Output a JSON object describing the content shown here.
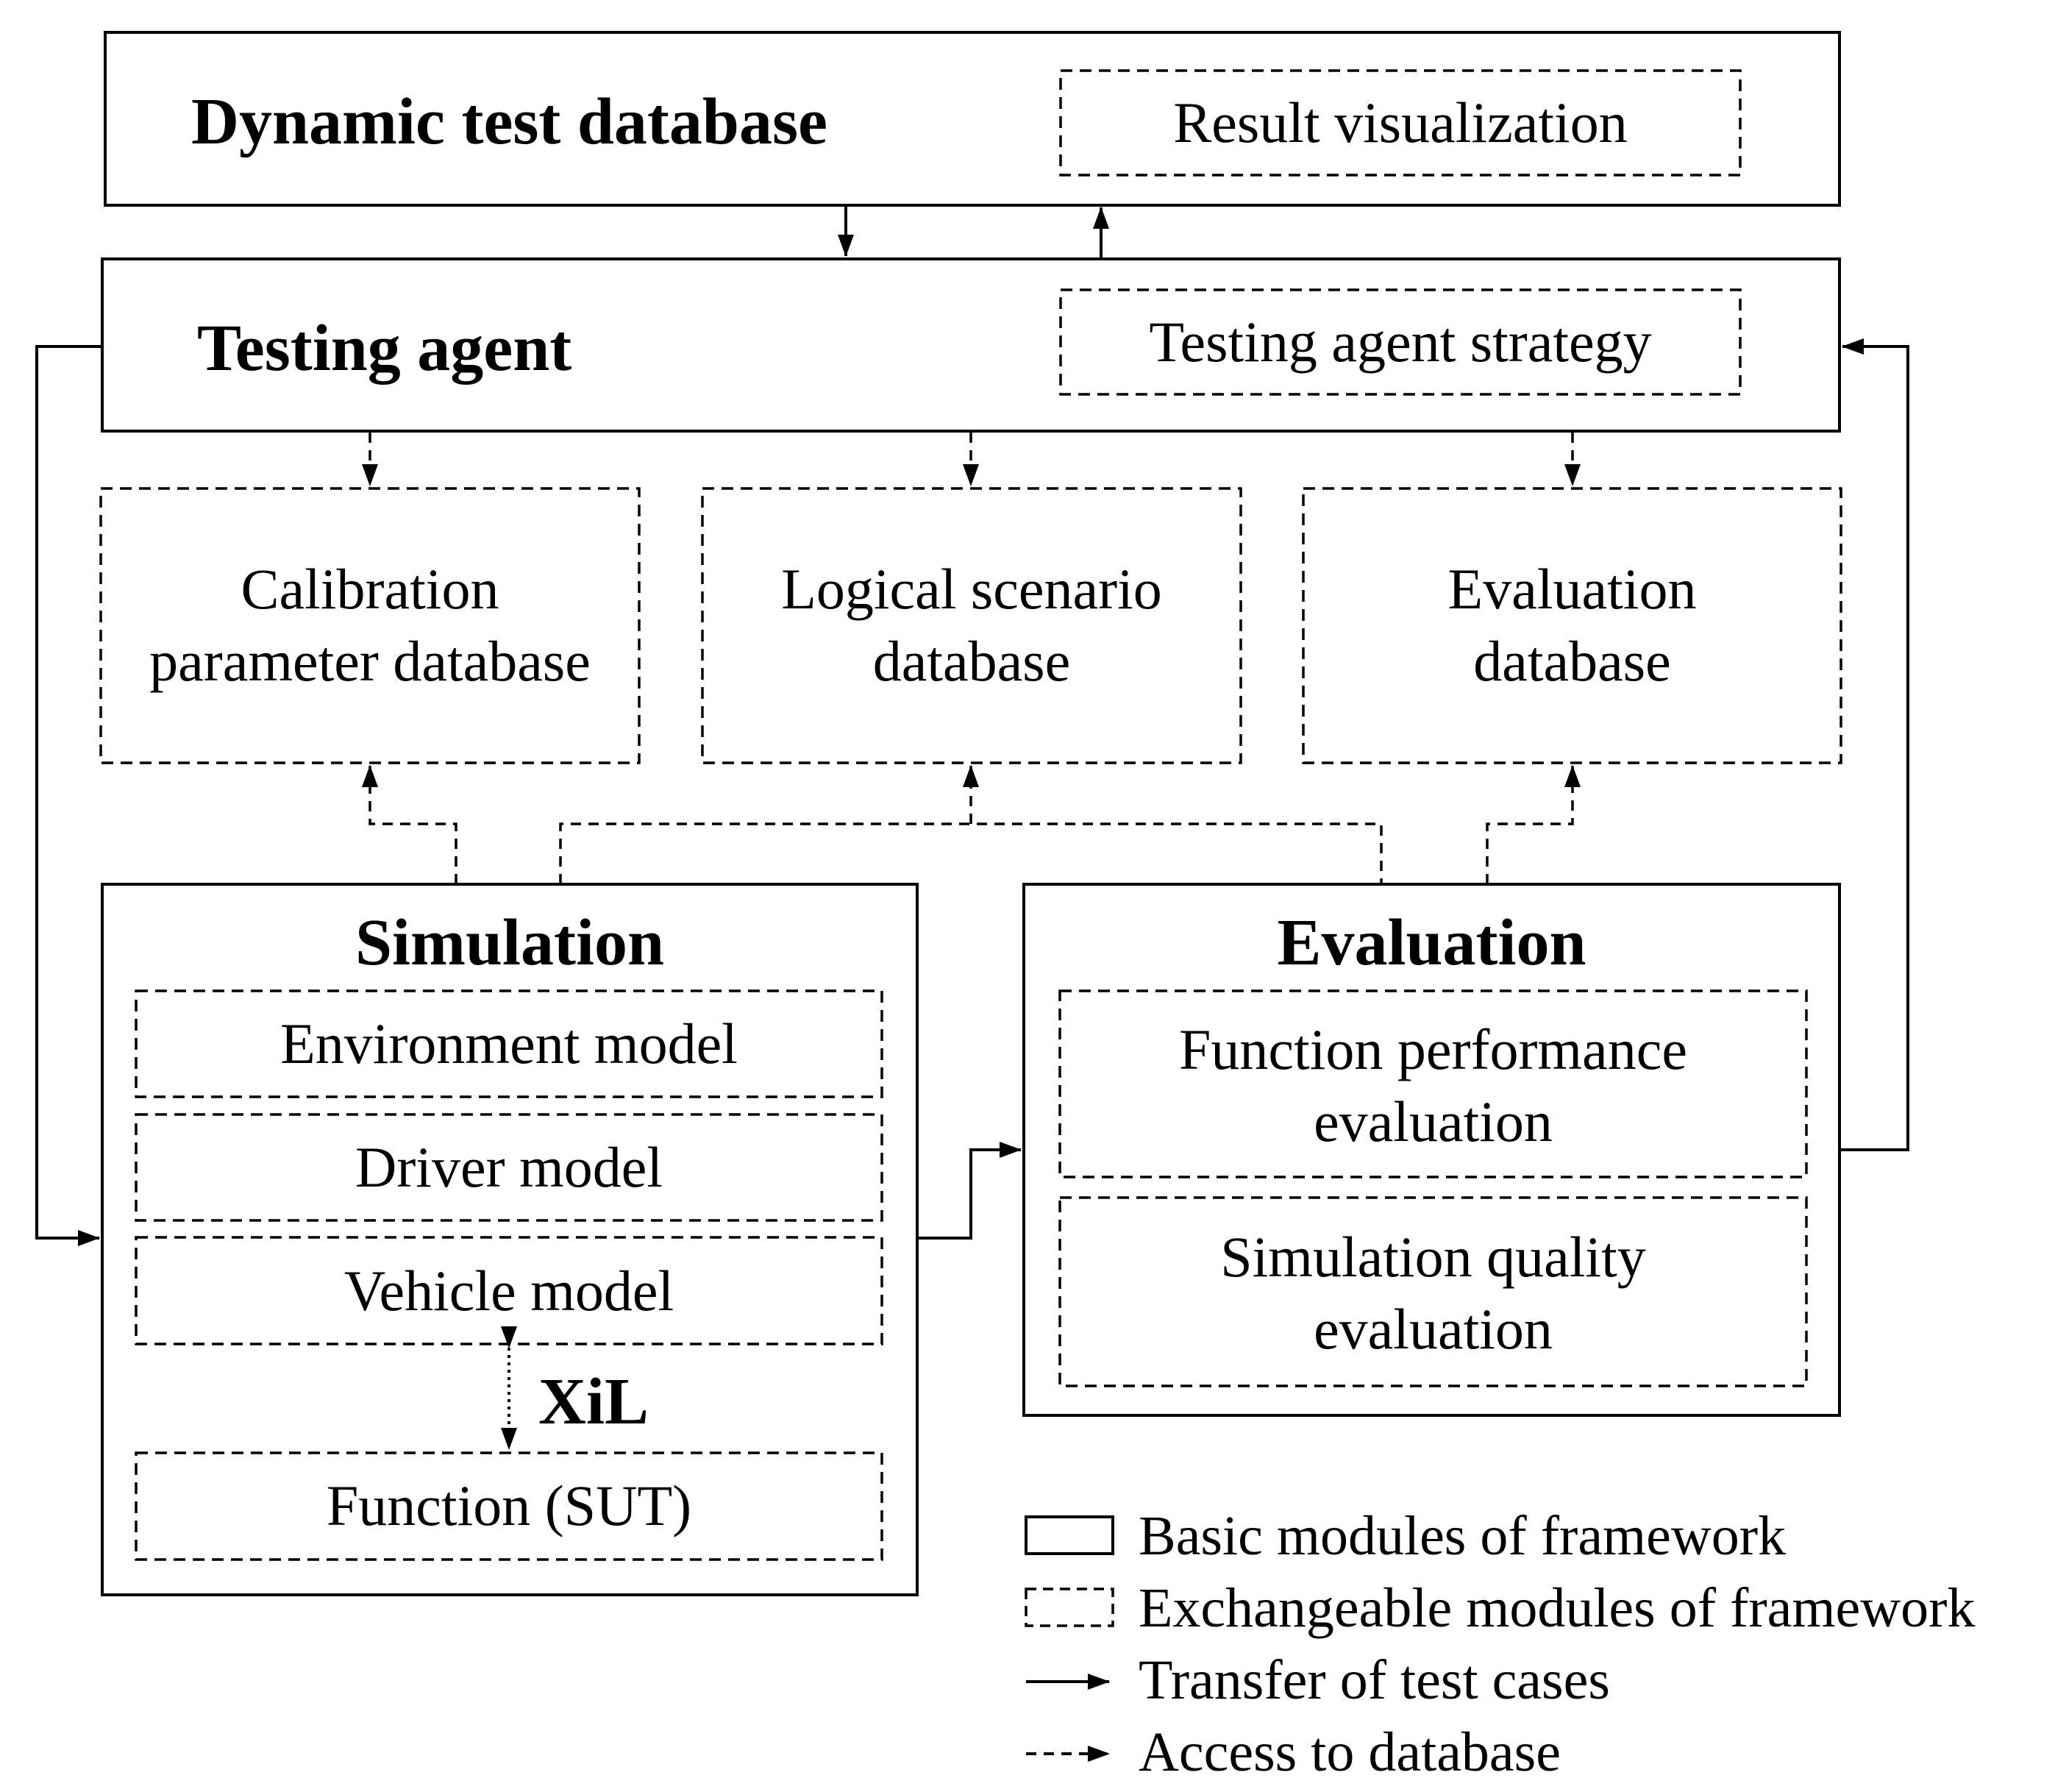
{
  "modules": {
    "dynamic_test_database": "Dynamic test database",
    "result_visualization": "Result visualization",
    "testing_agent": "Testing agent",
    "testing_agent_strategy": "Testing agent strategy",
    "calibration_db": [
      "Calibration",
      "parameter database"
    ],
    "logical_scenario_db": [
      "Logical scenario",
      "database"
    ],
    "evaluation_db": [
      "Evaluation",
      "database"
    ],
    "simulation": {
      "title": "Simulation",
      "environment_model": "Environment model",
      "driver_model": "Driver model",
      "vehicle_model": "Vehicle model",
      "xil": "XiL",
      "function_sut": "Function (SUT)"
    },
    "evaluation": {
      "title": "Evaluation",
      "function_performance": [
        "Function performance",
        "evaluation"
      ],
      "simulation_quality": [
        "Simulation quality",
        "evaluation"
      ]
    }
  },
  "legend": [
    {
      "kind": "solid-box",
      "label": "Basic modules of framework"
    },
    {
      "kind": "dashed-box",
      "label": "Exchangeable modules of framework"
    },
    {
      "kind": "solid-arrow",
      "label": "Transfer of test cases"
    },
    {
      "kind": "dashed-arrow",
      "label": "Access to database"
    }
  ]
}
